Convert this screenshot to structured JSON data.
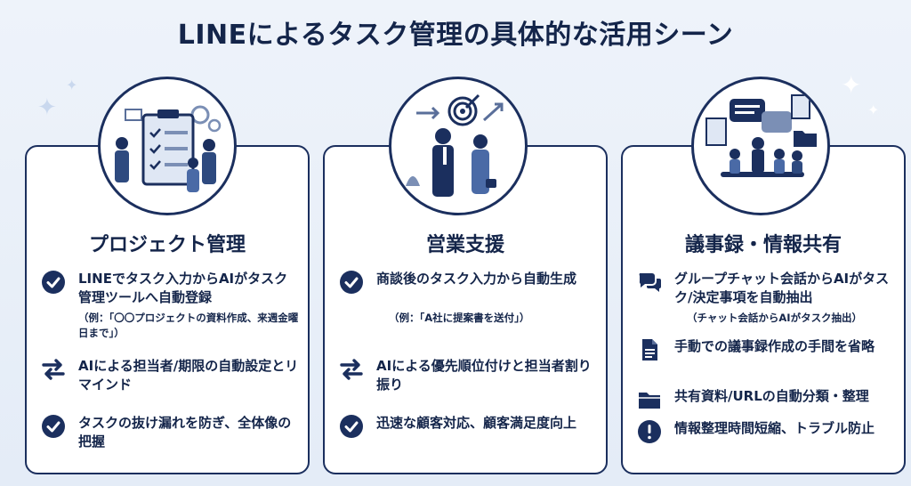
{
  "title": "LINEによるタスク管理の具体的な活用シーン",
  "colors": {
    "navy": "#1b2f5e",
    "text": "#14254a",
    "background": "#e9eff8",
    "card": "#ffffff"
  },
  "cards": [
    {
      "heading": "プロジェクト管理",
      "illustration": "project-team-clipboard-illustration",
      "items": [
        {
          "icon": "check-circle-icon",
          "text": "LINEでタスク入力からAIがタスク管理ツールへ自動登録",
          "note": "（例：「〇〇プロジェクトの資料作成、来週金曜日まで」）"
        },
        {
          "icon": "swap-arrows-icon",
          "text": "AIによる担当者/期限の自動設定とリマインド"
        },
        {
          "icon": "check-circle-icon",
          "text": "タスクの抜け漏れを防ぎ、全体像の把握"
        }
      ]
    },
    {
      "heading": "営業支援",
      "illustration": "sales-meeting-target-illustration",
      "items": [
        {
          "icon": "check-circle-icon",
          "text": "商談後のタスク入力から自動生成",
          "note": "（例：「A社に提案書を送付」）"
        },
        {
          "icon": "swap-arrows-icon",
          "text": "AIによる優先順位付けと担当者割り振り"
        },
        {
          "icon": "check-circle-icon",
          "text": "迅速な顧客対応、顧客満足度向上"
        }
      ]
    },
    {
      "heading": "議事録・情報共有",
      "illustration": "meeting-chat-documents-illustration",
      "items": [
        {
          "icon": "chat-bubbles-icon",
          "text": "グループチャット会話からAIがタスク/決定事項を自動抽出",
          "note": "（チャット会話からAIがタスク抽出）"
        },
        {
          "icon": "document-icon",
          "text": "手動での議事録作成の手間を省略"
        },
        {
          "icon": "folder-icon",
          "text": "共有資料/URLの自動分類・整理"
        },
        {
          "icon": "exclamation-circle-icon",
          "text": "情報整理時間短縮、トラブル防止"
        }
      ]
    }
  ]
}
